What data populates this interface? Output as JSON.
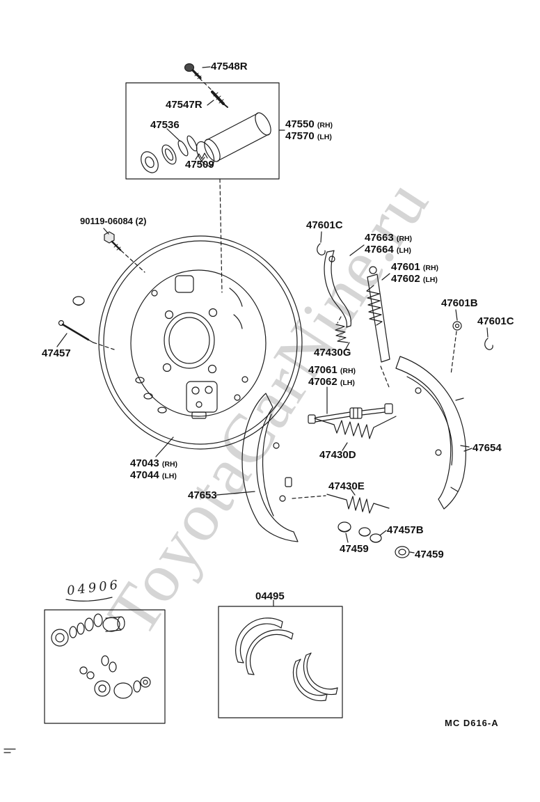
{
  "page": {
    "watermark": "ToyotaCarNine.ru",
    "doc_code": "MC D616-A"
  },
  "labels": {
    "p47548R": "47548R",
    "p47547R": "47547R",
    "p47536": "47536",
    "p47550": "47550",
    "p47550_s": "(RH)",
    "p47570": "47570",
    "p47570_s": "(LH)",
    "p47509": "47509",
    "p90119": "90119-06084 (2)",
    "p47601C_top": "47601C",
    "p47663": "47663",
    "p47663_s": "(RH)",
    "p47664": "47664",
    "p47664_s": "(LH)",
    "p47601": "47601",
    "p47601_s": "(RH)",
    "p47602": "47602",
    "p47602_s": "(LH)",
    "p47601B": "47601B",
    "p47601C_right": "47601C",
    "p47457": "47457",
    "p47430G": "47430G",
    "p47061": "47061",
    "p47061_s": "(RH)",
    "p47062": "47062",
    "p47062_s": "(LH)",
    "p47654": "47654",
    "p47430D": "47430D",
    "p47043": "47043",
    "p47043_s": "(RH)",
    "p47044": "47044",
    "p47044_s": "(LH)",
    "p47653": "47653",
    "p47430E": "47430E",
    "p47457B": "47457B",
    "p47459_a": "47459",
    "p47459_b": "47459",
    "p04906": "04906",
    "p04495": "04495"
  }
}
